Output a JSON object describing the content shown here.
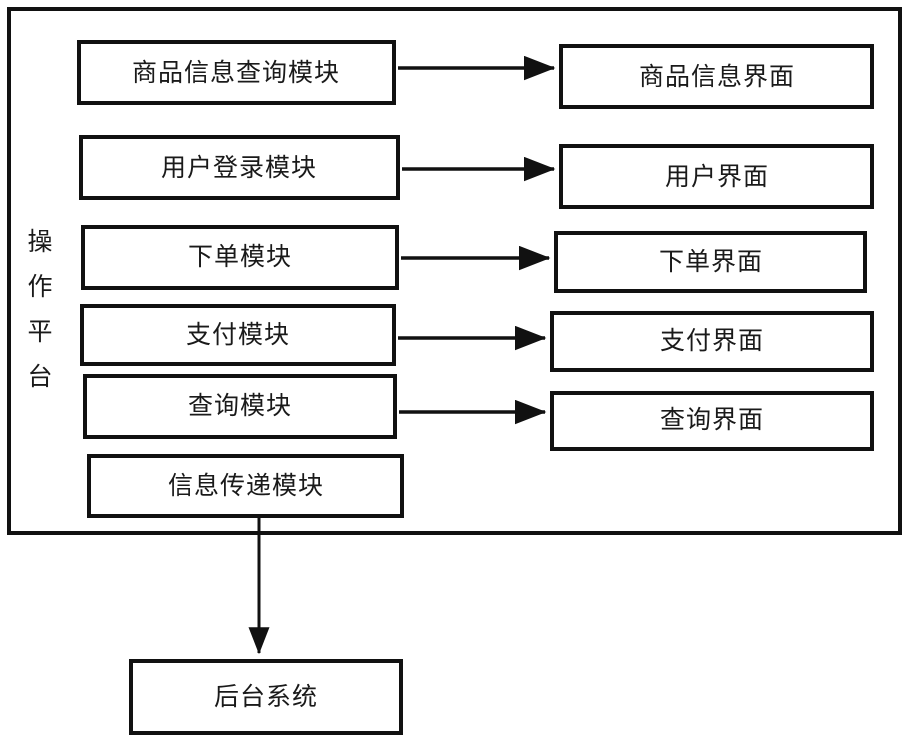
{
  "diagram": {
    "title_vertical": "操作平台",
    "title_vertical_chars": [
      "操",
      "作",
      "平",
      "台"
    ],
    "platform_modules": [
      {
        "label": "商品信息查询模块"
      },
      {
        "label": "用户登录模块"
      },
      {
        "label": "下单模块"
      },
      {
        "label": "支付模块"
      },
      {
        "label": "查询模块"
      },
      {
        "label": "信息传递模块"
      }
    ],
    "interface_screens": [
      {
        "label": "商品信息界面"
      },
      {
        "label": "用户界面"
      },
      {
        "label": "下单界面"
      },
      {
        "label": "支付界面"
      },
      {
        "label": "查询界面"
      }
    ],
    "backend": {
      "label": "后台系统"
    },
    "connections": [
      {
        "from": "商品信息查询模块",
        "to": "商品信息界面",
        "kind": "arrow-right"
      },
      {
        "from": "用户登录模块",
        "to": "用户界面",
        "kind": "arrow-right"
      },
      {
        "from": "下单模块",
        "to": "下单界面",
        "kind": "arrow-right"
      },
      {
        "from": "支付模块",
        "to": "支付界面",
        "kind": "arrow-right"
      },
      {
        "from": "查询模块",
        "to": "查询界面",
        "kind": "arrow-right"
      },
      {
        "from": "信息传递模块",
        "to": "后台系统",
        "kind": "arrow-down"
      }
    ],
    "colors": {
      "stroke": "#111111",
      "fill": "#ffffff",
      "text": "#1a1a1a"
    }
  }
}
